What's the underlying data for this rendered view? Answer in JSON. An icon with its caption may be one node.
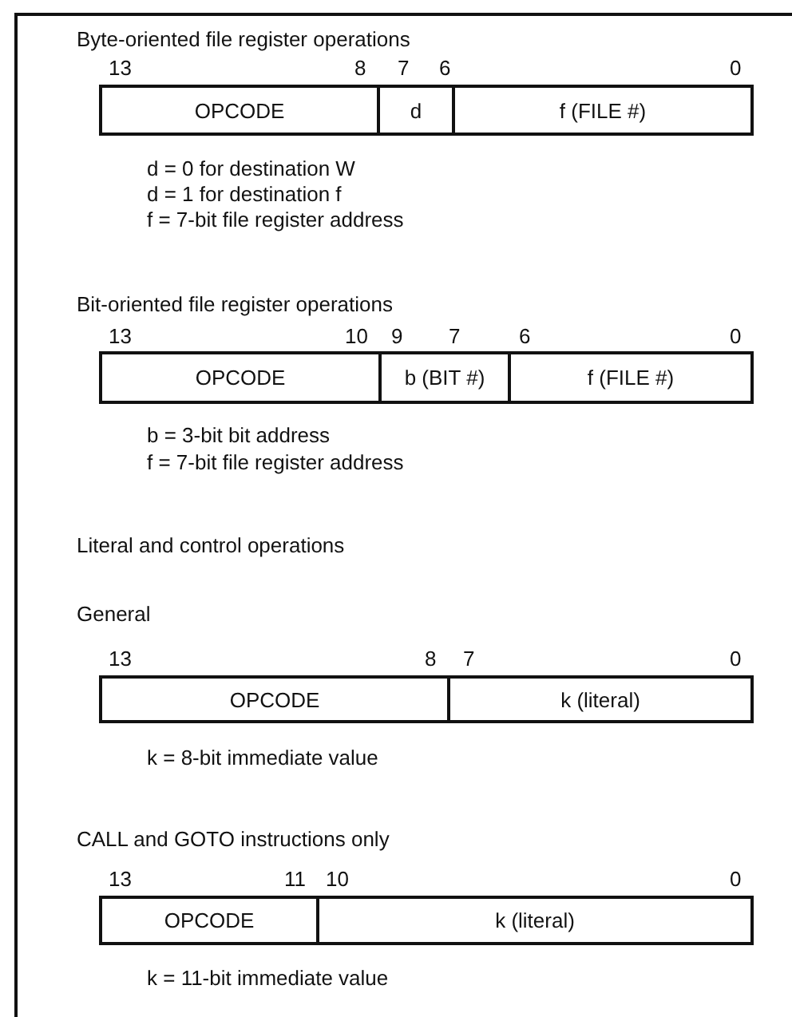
{
  "diagram": {
    "nodes": [
      {
        "text": [
          "OPCODE"
        ]
      },
      {
        "text": [
          "d"
        ]
      },
      {
        "text": [
          "f (FILE #)"
        ]
      },
      {
        "text": [
          "OPCODE"
        ]
      },
      {
        "text": [
          "b (BIT #)"
        ]
      },
      {
        "text": [
          "f (FILE #)"
        ]
      },
      {
        "text": [
          "OPCODE"
        ]
      },
      {
        "text": [
          "k (literal)"
        ]
      },
      {
        "text": [
          "OPCODE"
        ]
      },
      {
        "text": [
          "k (literal)"
        ]
      }
    ],
    "labels": [
      "Byte-oriented file register operations",
      "13",
      "8",
      "7",
      "6",
      "0",
      "d = 0 for destination W",
      "d = 1 for destination f",
      "f = 7-bit file register address",
      "Bit-oriented file register operations",
      "13",
      "10",
      "9",
      "7",
      "6",
      "0",
      "b = 3-bit bit address",
      "f = 7-bit file register address",
      "Literal and control operations",
      "General",
      "13",
      "8",
      "7",
      "0",
      "k = 8-bit immediate value",
      "CALL and GOTO instructions only",
      "13",
      "11",
      "10",
      "0",
      "k = 11-bit immediate value"
    ]
  }
}
